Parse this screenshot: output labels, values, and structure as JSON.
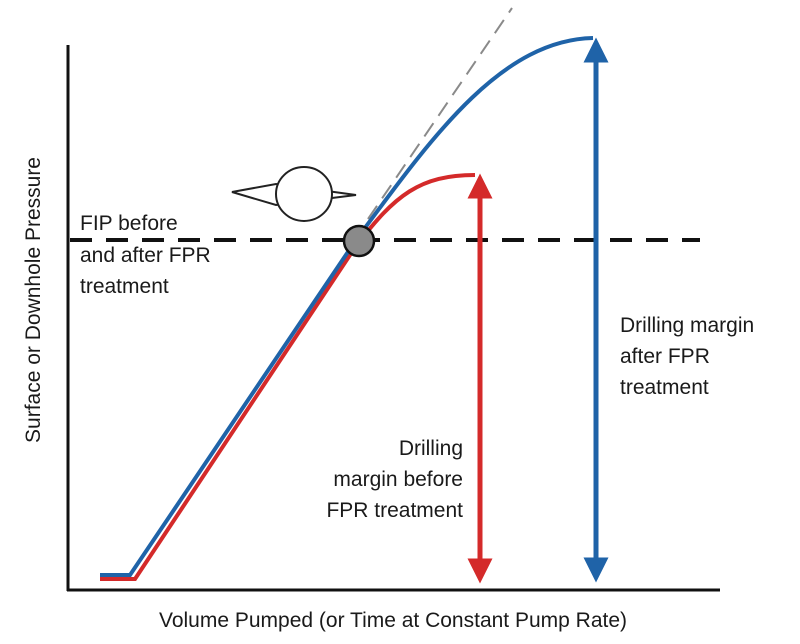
{
  "axes": {
    "x_title": "Volume Pumped (or Time at Constant Pump Rate)",
    "y_title": "Surface or Downhole Pressure"
  },
  "fip_label": [
    "FIP before",
    "and after FPR",
    "treatment"
  ],
  "margin_before_label": [
    "Drilling",
    "margin before",
    "FPR treatment"
  ],
  "margin_after_label": [
    "Drilling margin",
    "after FPR",
    "treatment"
  ],
  "colors": {
    "before_curve": "#d42a2a",
    "after_curve": "#1f63a8",
    "axis": "#111111",
    "fip_line": "#111111",
    "fip_point": "#8a8a8a",
    "extrapolation": "#8a8a8a"
  },
  "icons": {
    "fracture": "fracture-wellbore-icon",
    "fip_point": "fip-point-marker"
  }
}
